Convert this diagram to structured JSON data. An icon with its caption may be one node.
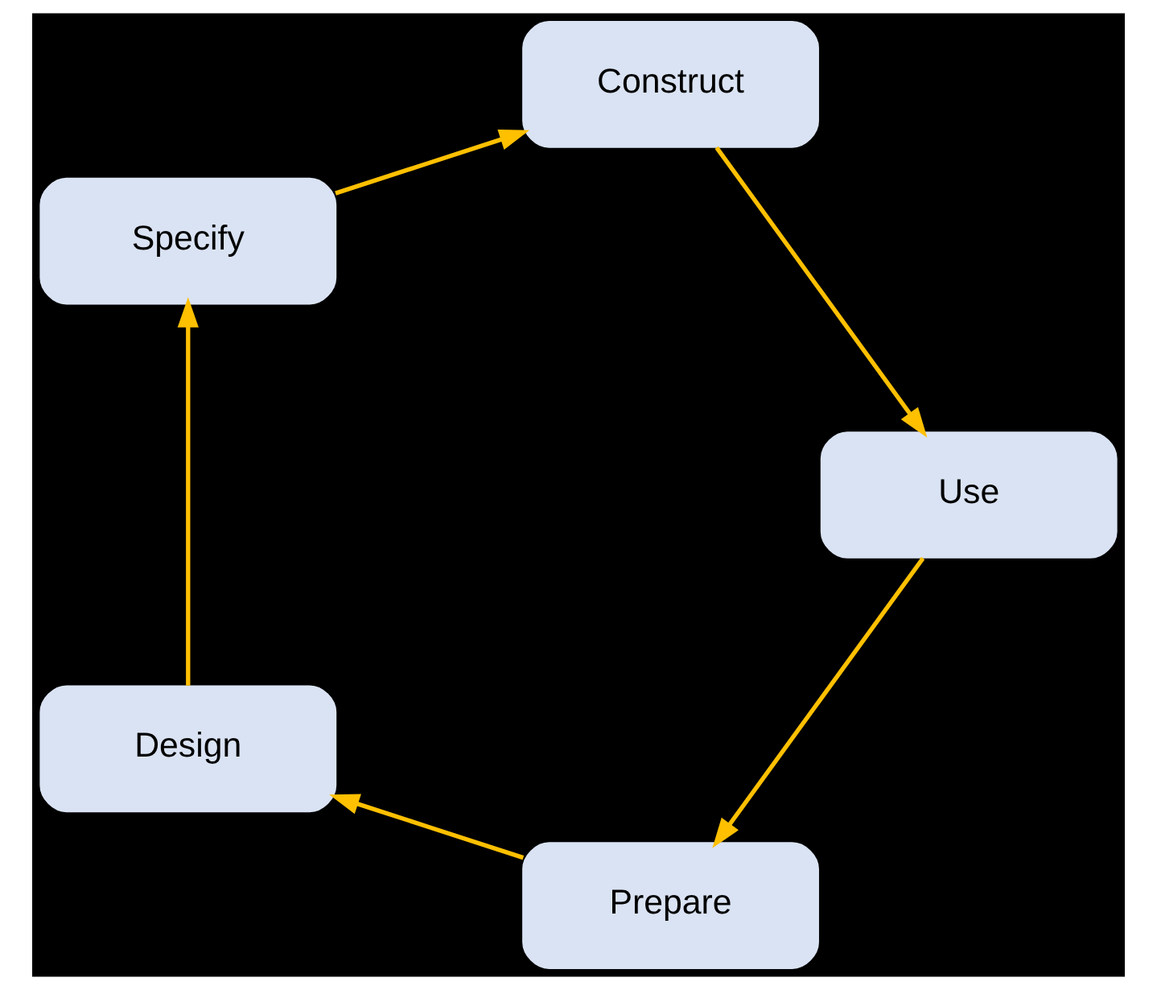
{
  "diagram": {
    "nodes": [
      {
        "text": [
          "Prepare"
        ]
      },
      {
        "text": [
          "Design"
        ]
      },
      {
        "text": [
          "Specify"
        ]
      },
      {
        "text": [
          "Construct"
        ]
      },
      {
        "text": [
          "Use"
        ]
      }
    ],
    "edges": [
      {
        "from": 0,
        "to": 1,
        "arrow": "to"
      },
      {
        "from": 1,
        "to": 2,
        "arrow": "to"
      },
      {
        "from": 2,
        "to": 3,
        "arrow": "to"
      },
      {
        "from": 3,
        "to": 4,
        "arrow": "to"
      },
      {
        "from": 4,
        "to": 0,
        "arrow": "to"
      }
    ]
  }
}
